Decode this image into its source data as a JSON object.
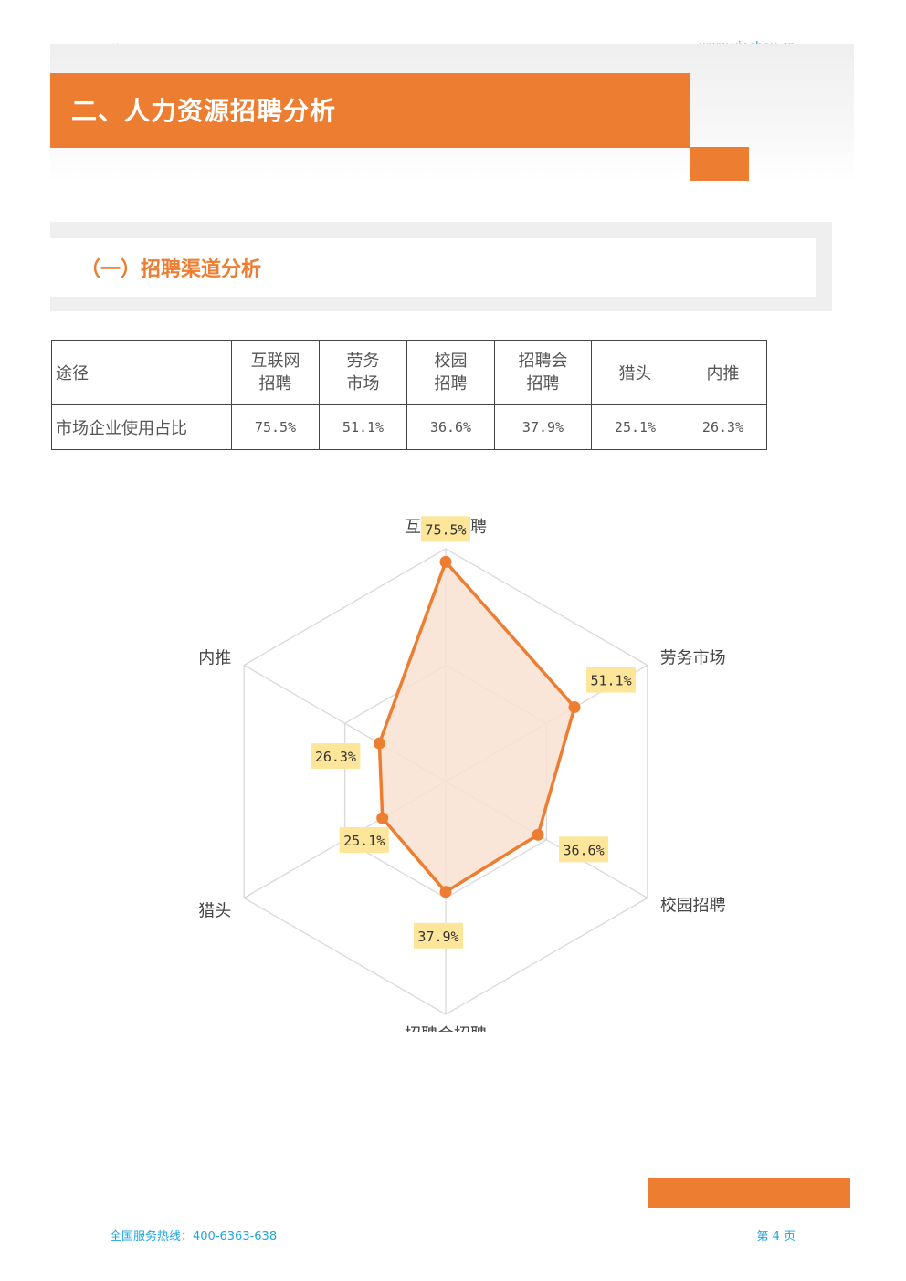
{
  "header": {
    "site_name": "薪酬网",
    "site_url": "www.xinchou.cn"
  },
  "chapter": {
    "title": "二、人力资源招聘分析"
  },
  "section": {
    "title": "（一）招聘渠道分析"
  },
  "table": {
    "row_header_1": "途径",
    "row_header_2": "市场企业使用占比",
    "columns": [
      {
        "line1": "互联网",
        "line2": "招聘",
        "value": "75.5%"
      },
      {
        "line1": "劳务",
        "line2": "市场",
        "value": "51.1%"
      },
      {
        "line1": "校园",
        "line2": "招聘",
        "value": "36.6%"
      },
      {
        "line1": "招聘会",
        "line2": "招聘",
        "value": "37.9%"
      },
      {
        "line1": "猎头",
        "line2": "",
        "value": "25.1%"
      },
      {
        "line1": "内推",
        "line2": "",
        "value": "26.3%"
      }
    ]
  },
  "chart_data": {
    "type": "radar",
    "categories": [
      "互联网招聘",
      "劳务市场",
      "校园招聘",
      "招聘会招聘",
      "猎头",
      "内推"
    ],
    "values": [
      75.5,
      51.1,
      36.6,
      37.9,
      25.1,
      26.3
    ],
    "data_labels": [
      "75.5%",
      "51.1%",
      "36.6%",
      "37.9%",
      "25.1%",
      "26.3%"
    ],
    "range": [
      0,
      80
    ],
    "grid_levels": 2,
    "colors": {
      "series": "#ed7d31",
      "fill": "#f9e1d2",
      "label_bg": "#fde59a",
      "grid": "#d9d9d9"
    }
  },
  "footer": {
    "hotline": "全国服务热线：400-6363-638",
    "page": "第 4 页"
  }
}
